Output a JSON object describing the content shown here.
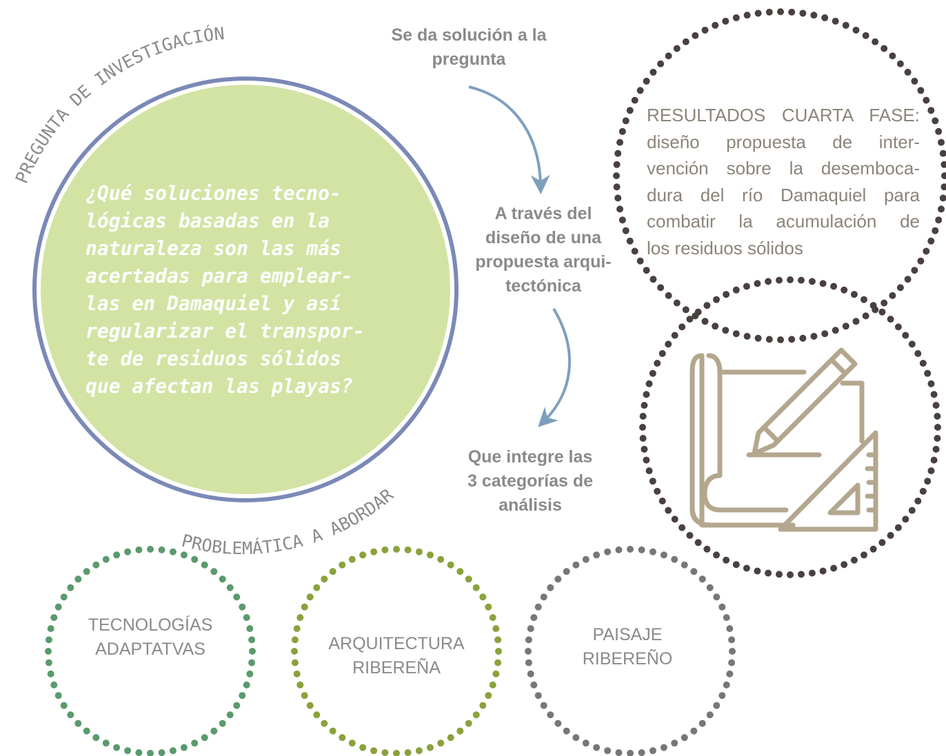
{
  "diagram": {
    "question_arc_label": "PREGUNTA DE INVESTIGACIÓN",
    "problem_arc_label": "PROBLEMÁTICA A ABORDAR",
    "question_lines": [
      "¿Qué soluciones tecno-",
      "lógicas basadas en la",
      "naturaleza son las más",
      "acertadas para emplear-",
      "las en Damaquiel y así",
      "regularizar el transpor-",
      "te de residuos sólidos",
      "que afectan las playas?"
    ],
    "flow": {
      "step1_lines": [
        "Se da solución a la",
        "pregunta"
      ],
      "step2_lines": [
        "A través del",
        "diseño de una",
        "propuesta arqui-",
        "tectónica"
      ],
      "step3_lines": [
        "Que integre las",
        "3 categorías de",
        "análisis"
      ]
    },
    "result_lines": [
      "RESULTADOS CUARTA FASE:",
      "diseño propuesta de inter-",
      "vención sobre la desemboca-",
      "dura del río Damaquiel para",
      "combatir la acumulación de",
      "los residuos sólidos"
    ],
    "icon": "blueprint-pencil-ruler-icon",
    "categories": [
      {
        "lines": [
          "TECNOLOGÍAS",
          "ADAPTATVAS"
        ],
        "color": "#5b9a6d"
      },
      {
        "lines": [
          "ARQUITECTURA",
          "RIBEREÑA"
        ],
        "color": "#8aa23c"
      },
      {
        "lines": [
          "PAISAJE",
          "RIBEREÑO"
        ],
        "color": "#777777"
      }
    ],
    "colors": {
      "main_circle_fill": "#d3e3a4",
      "main_circle_ring": "#7b89b7",
      "arrow": "#7f9fbe",
      "dots_result": "#4a4040",
      "icon_stroke": "#b3a78e",
      "text_gray": "#8a8a8a"
    }
  }
}
